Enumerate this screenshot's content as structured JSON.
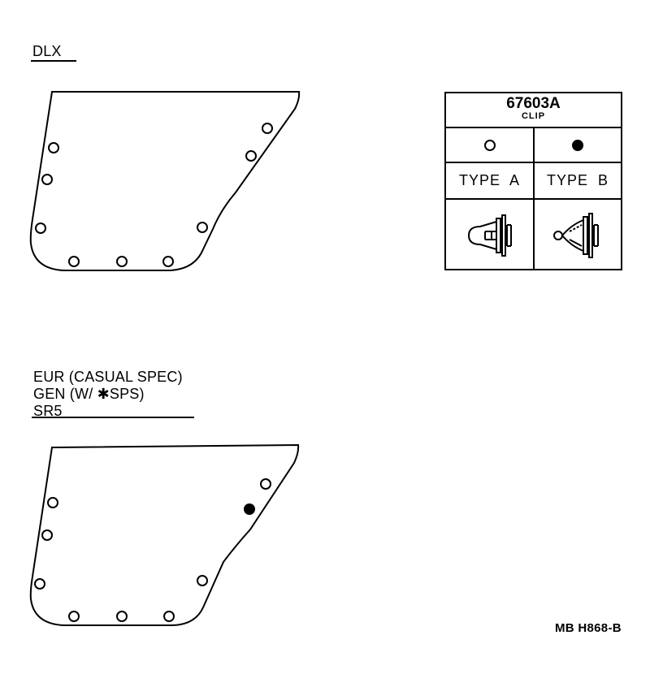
{
  "sections": [
    {
      "id": "dlx",
      "labels": [
        "DLX"
      ],
      "clips": {
        "type_a_positions": [
          [
            66,
            182
          ],
          [
            58,
            221
          ],
          [
            50,
            281
          ],
          [
            91,
            322
          ],
          [
            150,
            322
          ],
          [
            207,
            322
          ],
          [
            249,
            280
          ],
          [
            309,
            192
          ],
          [
            329,
            158
          ]
        ],
        "type_b_positions": []
      }
    },
    {
      "id": "eur-gen-sr5",
      "labels": [
        "EUR (CASUAL SPEC)",
        "GEN (W/ ✱SPS)",
        "SR5"
      ],
      "clips": {
        "type_a_positions": [
          [
            65,
            619
          ],
          [
            58,
            659
          ],
          [
            49,
            719
          ],
          [
            91,
            759
          ],
          [
            150,
            759
          ],
          [
            208,
            759
          ],
          [
            249,
            715
          ],
          [
            327,
            596
          ]
        ],
        "type_b_positions": [
          [
            307,
            627
          ]
        ]
      }
    }
  ],
  "legend": {
    "part_number": "67603A",
    "part_name": "CLIP",
    "columns": [
      {
        "symbol": "open-circle",
        "type_label": "TYPE  A",
        "symbol_color": "#000000"
      },
      {
        "symbol": "filled-circle",
        "type_label": "TYPE  B",
        "symbol_color": "#000000"
      }
    ]
  },
  "figure_code": "MB H868-B",
  "colors": {
    "line": "#000000",
    "background": "#ffffff"
  }
}
